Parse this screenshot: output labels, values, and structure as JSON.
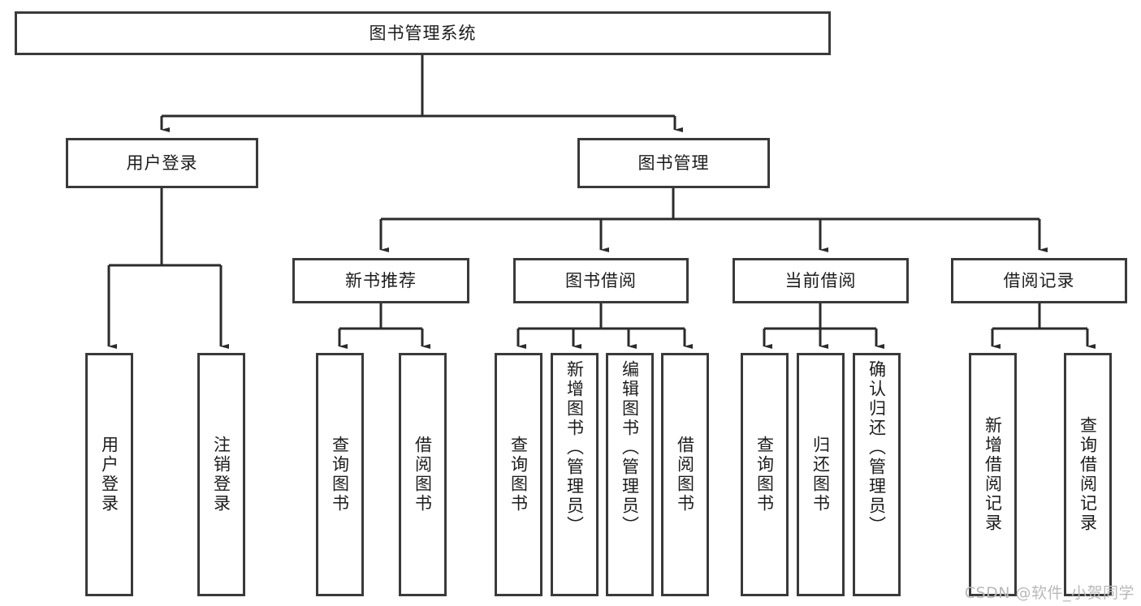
{
  "diagram": {
    "type": "tree",
    "title": "图书管理系统",
    "orientation": "top-down",
    "nodes": {
      "root": {
        "label": "图书管理系统",
        "level": 0
      },
      "user_login": {
        "label": "用户登录",
        "level": 1
      },
      "book_manage": {
        "label": "图书管理",
        "level": 1
      },
      "new_book_rec": {
        "label": "新书推荐",
        "level": 2
      },
      "book_borrow": {
        "label": "图书借阅",
        "level": 2
      },
      "current_borrow": {
        "label": "当前借阅",
        "level": 2
      },
      "borrow_record": {
        "label": "借阅记录",
        "level": 2
      },
      "leaf_user_login": {
        "label": "用户登录",
        "level": 3
      },
      "leaf_logout": {
        "label": "注销登录",
        "level": 3
      },
      "leaf_query_book_a": {
        "label": "查询图书",
        "level": 3
      },
      "leaf_borrow_book_a": {
        "label": "借阅图书",
        "level": 3
      },
      "leaf_query_book_b": {
        "label": "查询图书",
        "level": 3
      },
      "leaf_add_book": {
        "label": "新增图书（管理员）",
        "level": 3
      },
      "leaf_edit_book": {
        "label": "编辑图书（管理员）",
        "level": 3
      },
      "leaf_borrow_book_b": {
        "label": "借阅图书",
        "level": 3
      },
      "leaf_query_book_c": {
        "label": "查询图书",
        "level": 3
      },
      "leaf_return_book": {
        "label": "归还图书",
        "level": 3
      },
      "leaf_confirm_return": {
        "label": "确认归还（管理员）",
        "level": 3
      },
      "leaf_add_record": {
        "label": "新增借阅记录",
        "level": 3
      },
      "leaf_query_record": {
        "label": "查询借阅记录",
        "level": 3
      }
    },
    "edges": [
      {
        "from": "root",
        "to": "user_login"
      },
      {
        "from": "root",
        "to": "book_manage"
      },
      {
        "from": "user_login",
        "to": "leaf_user_login"
      },
      {
        "from": "user_login",
        "to": "leaf_logout"
      },
      {
        "from": "book_manage",
        "to": "new_book_rec"
      },
      {
        "from": "book_manage",
        "to": "book_borrow"
      },
      {
        "from": "book_manage",
        "to": "current_borrow"
      },
      {
        "from": "book_manage",
        "to": "borrow_record"
      },
      {
        "from": "new_book_rec",
        "to": "leaf_query_book_a"
      },
      {
        "from": "new_book_rec",
        "to": "leaf_borrow_book_a"
      },
      {
        "from": "book_borrow",
        "to": "leaf_query_book_b"
      },
      {
        "from": "book_borrow",
        "to": "leaf_add_book"
      },
      {
        "from": "book_borrow",
        "to": "leaf_edit_book"
      },
      {
        "from": "book_borrow",
        "to": "leaf_borrow_book_b"
      },
      {
        "from": "current_borrow",
        "to": "leaf_query_book_c"
      },
      {
        "from": "current_borrow",
        "to": "leaf_return_book"
      },
      {
        "from": "current_borrow",
        "to": "leaf_confirm_return"
      },
      {
        "from": "borrow_record",
        "to": "leaf_add_record"
      },
      {
        "from": "borrow_record",
        "to": "leaf_query_record"
      }
    ],
    "colors": {
      "border": "#3a3a3a",
      "fill": "#ffffff",
      "text": "#1c1c1c",
      "edge": "#2b2b2b",
      "watermark": "#b9b9b9"
    }
  },
  "watermark": {
    "text": "CSDN @软件_小贺同学"
  }
}
